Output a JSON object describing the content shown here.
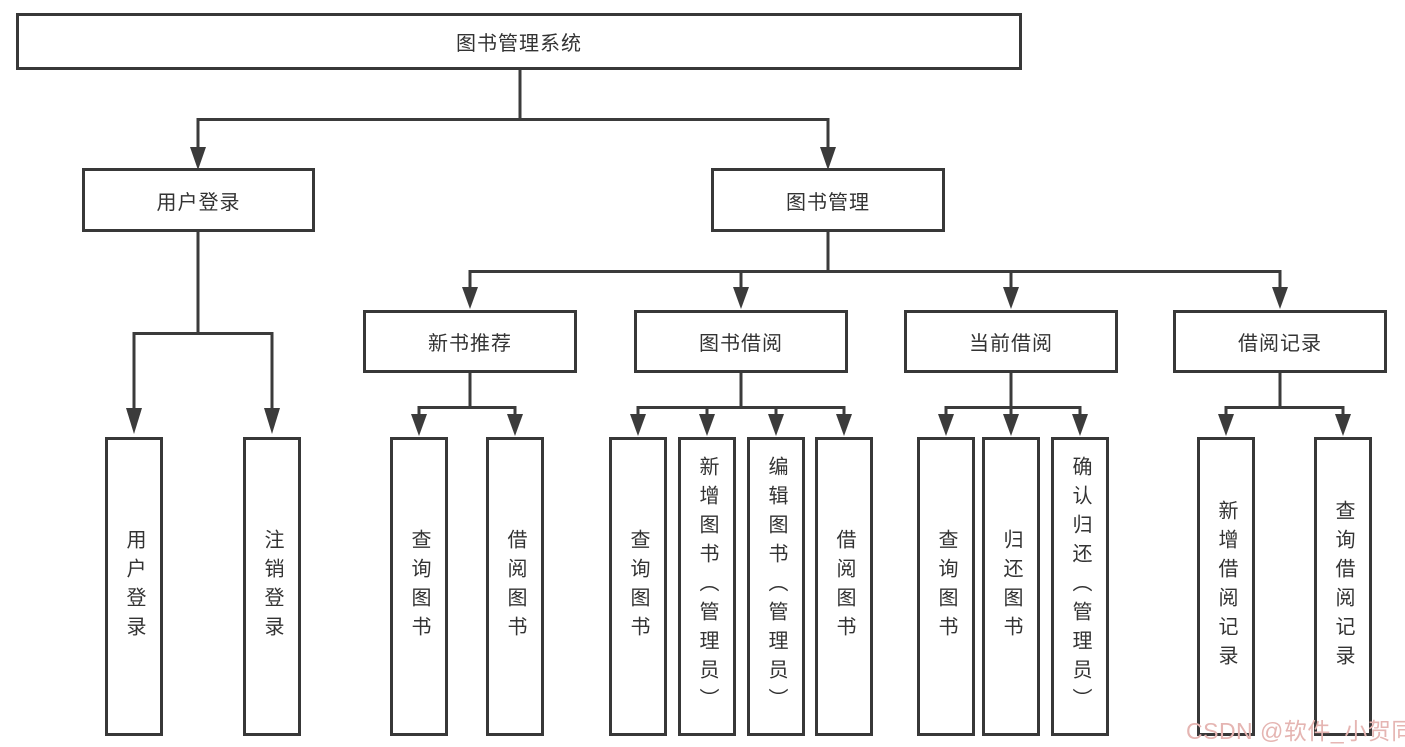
{
  "colors": {
    "line": "#3b3b3b",
    "box_border": "#383838",
    "text": "#333333",
    "watermark": "#e5b5b2",
    "background": "#ffffff"
  },
  "tree": {
    "root": {
      "label": "图书管理系统"
    },
    "branches": [
      {
        "label": "用户登录",
        "leaves": [
          "用户登录",
          "注销登录"
        ]
      },
      {
        "label": "图书管理",
        "children": [
          {
            "label": "新书推荐",
            "leaves": [
              "查询图书",
              "借阅图书"
            ]
          },
          {
            "label": "图书借阅",
            "leaves": [
              "查询图书",
              "新增图书（管理员）",
              "编辑图书（管理员）",
              "借阅图书"
            ]
          },
          {
            "label": "当前借阅",
            "leaves": [
              "查询图书",
              "归还图书",
              "确认归还（管理员）"
            ]
          },
          {
            "label": "借阅记录",
            "leaves": [
              "新增借阅记录",
              "查询借阅记录"
            ]
          }
        ]
      }
    ]
  },
  "watermark": {
    "text": "CSDN @软件_小贺同学"
  }
}
